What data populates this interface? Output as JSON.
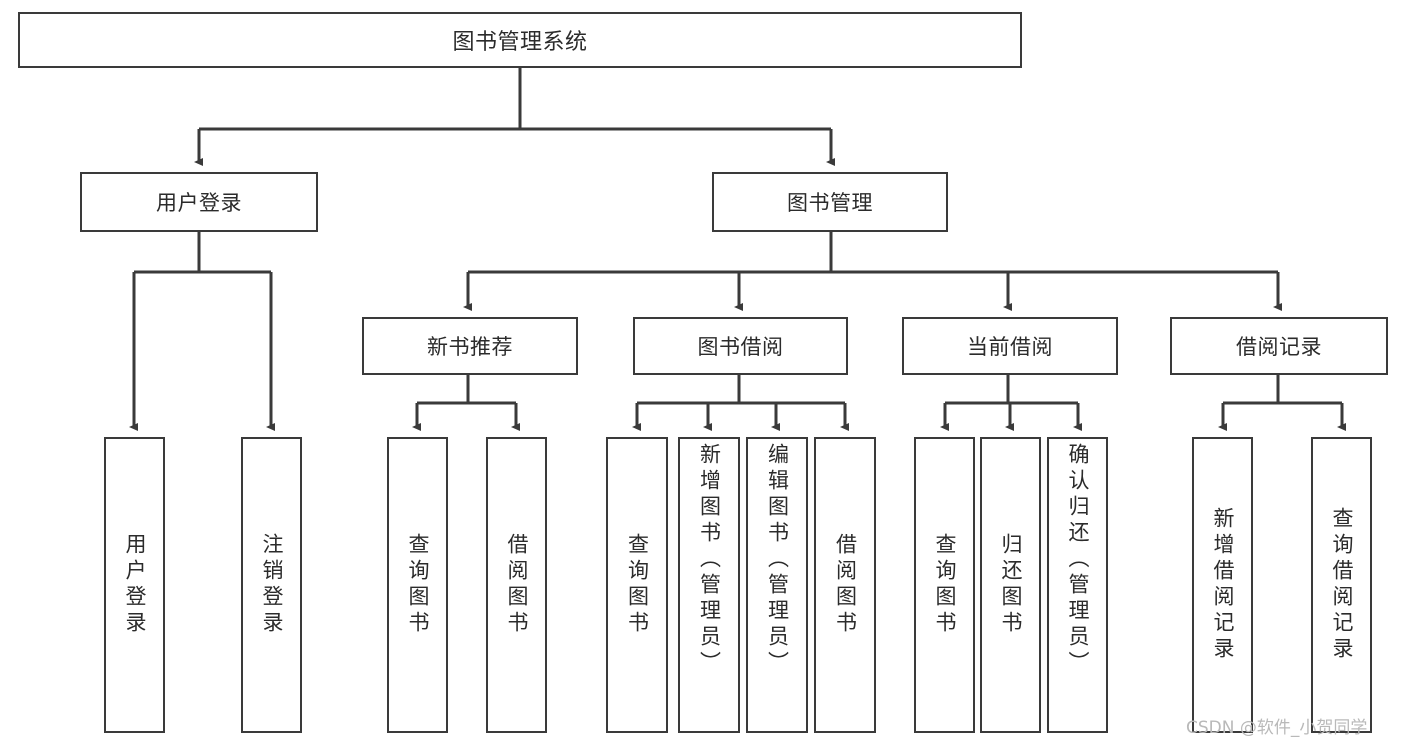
{
  "diagram": {
    "title": "图书管理系统",
    "type": "tree-hierarchy-diagram",
    "root": {
      "id": "root",
      "label": "图书管理系统"
    },
    "level2": [
      {
        "id": "user-login",
        "label": "用户登录"
      },
      {
        "id": "book-manage",
        "label": "图书管理"
      }
    ],
    "level3": [
      {
        "id": "new-book-rec",
        "label": "新书推荐",
        "parent": "book-manage"
      },
      {
        "id": "book-borrow",
        "label": "图书借阅",
        "parent": "book-manage"
      },
      {
        "id": "current-borrow",
        "label": "当前借阅",
        "parent": "book-manage"
      },
      {
        "id": "borrow-record",
        "label": "借阅记录",
        "parent": "book-manage"
      }
    ],
    "leaves": {
      "user_login": [
        {
          "id": "leaf-user-login",
          "label": "用户登录"
        },
        {
          "id": "leaf-logout",
          "label": "注销登录"
        }
      ],
      "new_book_rec": [
        {
          "id": "leaf-query-book-1",
          "label": "查询图书"
        },
        {
          "id": "leaf-borrow-book-1",
          "label": "借阅图书"
        }
      ],
      "book_borrow": [
        {
          "id": "leaf-query-book-2",
          "label": "查询图书"
        },
        {
          "id": "leaf-add-book",
          "label": "新增图书（管理员）"
        },
        {
          "id": "leaf-edit-book",
          "label": "编辑图书（管理员）"
        },
        {
          "id": "leaf-borrow-book-2",
          "label": "借阅图书"
        }
      ],
      "current_borrow": [
        {
          "id": "leaf-query-book-3",
          "label": "查询图书"
        },
        {
          "id": "leaf-return-book",
          "label": "归还图书"
        },
        {
          "id": "leaf-confirm-return",
          "label": "确认归还（管理员）"
        }
      ],
      "borrow_record": [
        {
          "id": "leaf-add-record",
          "label": "新增借阅记录"
        },
        {
          "id": "leaf-query-record",
          "label": "查询借阅记录"
        }
      ]
    },
    "watermark": "CSDN @软件_小贺同学",
    "colors": {
      "stroke": "#3a3a3a",
      "fill": "#ffffff",
      "text": "#2b2b2b",
      "watermark": "#b9b9b9"
    }
  }
}
